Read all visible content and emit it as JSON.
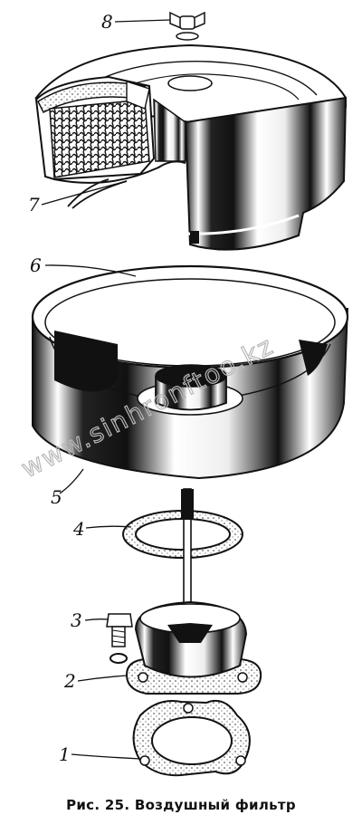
{
  "figure": {
    "caption": "Рис. 25. Воздушный фильтр",
    "watermark": "www.sinhronftoo.kz",
    "callouts": [
      {
        "id": "1",
        "label": "1"
      },
      {
        "id": "2",
        "label": "2"
      },
      {
        "id": "3",
        "label": "3"
      },
      {
        "id": "4",
        "label": "4"
      },
      {
        "id": "5",
        "label": "5"
      },
      {
        "id": "6",
        "label": "6"
      },
      {
        "id": "7",
        "label": "7"
      },
      {
        "id": "8",
        "label": "8"
      }
    ]
  }
}
